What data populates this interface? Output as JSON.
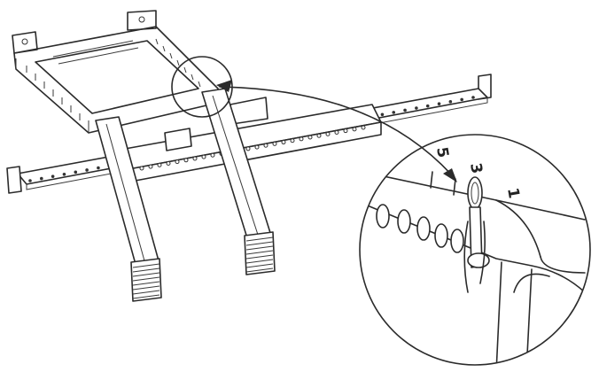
{
  "diagram": {
    "scale_marks": [
      {
        "label": "5"
      },
      {
        "label": "3"
      },
      {
        "label": "1"
      }
    ],
    "colors": {
      "line": "#2b2b2b",
      "background": "#ffffff"
    }
  }
}
